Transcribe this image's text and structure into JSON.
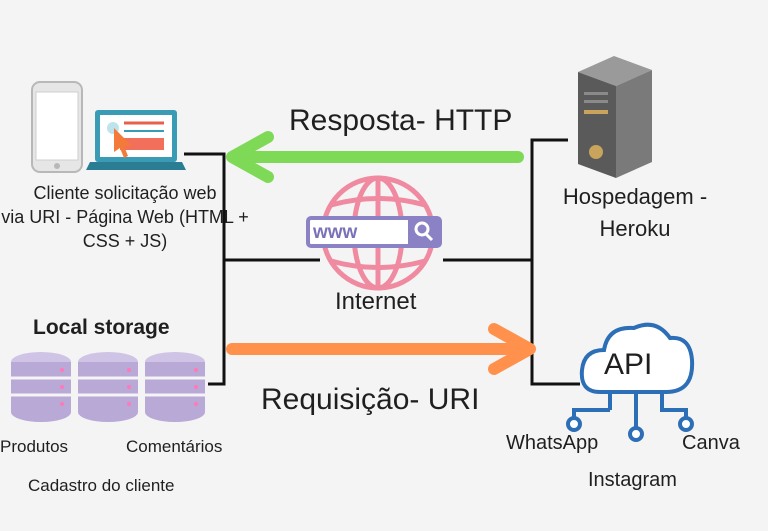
{
  "labels": {
    "response": "Resposta- HTTP",
    "request": "Requisição- URI",
    "internet": "Internet",
    "client": [
      "Cliente solicitação web",
      "via URI - Página Web (HTML +",
      "CSS + JS)"
    ],
    "hosting": [
      "Hospedagem -",
      "Heroku"
    ],
    "local_storage": "Local storage",
    "db_produtos": "Produtos",
    "db_comentarios": "Comentários",
    "db_cadastro": "Cadastro do cliente",
    "api": "API",
    "whatsapp": "WhatsApp",
    "canva": "Canva",
    "instagram": "Instagram",
    "www": "www"
  },
  "colors": {
    "response_arrow": "#7ed957",
    "request_arrow": "#ff914d",
    "lines": "#111111",
    "globe": "#f08aa0",
    "server": "#6e6e6e",
    "db": "#b8a9d6",
    "api": "#2c6fb7"
  },
  "icons": [
    "smartphone-icon",
    "laptop-icon",
    "globe-icon",
    "server-icon",
    "database-icon",
    "cloud-api-icon"
  ]
}
